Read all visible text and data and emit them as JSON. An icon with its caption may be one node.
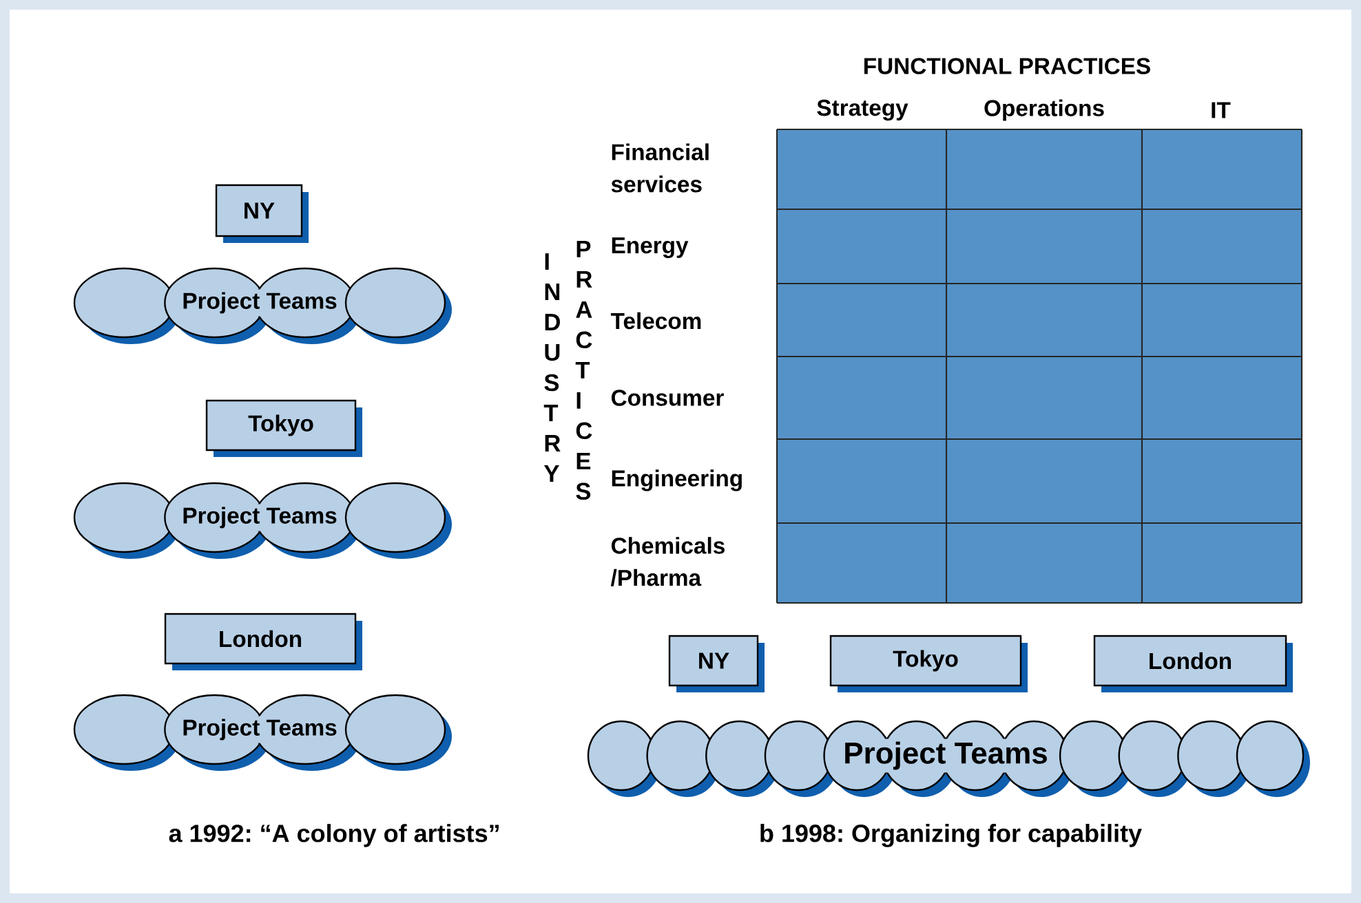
{
  "diagram": {
    "nodes": [
      {
        "text": [
          "NY"
        ]
      },
      {
        "text": [
          "Project Teams"
        ]
      },
      {
        "text": [
          "Tokyo"
        ]
      },
      {
        "text": [
          "Project Teams"
        ]
      },
      {
        "text": [
          "London"
        ]
      },
      {
        "text": [
          "Project Teams"
        ]
      },
      {
        "text": [
          "NY"
        ]
      },
      {
        "text": [
          "Tokyo"
        ]
      },
      {
        "text": [
          "London"
        ]
      },
      {
        "text": [
          "Project Teams"
        ]
      }
    ],
    "edges": [],
    "labels": [
      "FUNCTIONAL PRACTICES",
      "Strategy",
      "Operations",
      "IT",
      "Financial services",
      "INDUSTRY",
      "PRACTICES",
      "Energy",
      "Telecom",
      "Consumer",
      "Engineering",
      "Chemicals /Pharma",
      "a 1992: “A colony of artists”",
      "b 1998: Organizing for capability"
    ]
  }
}
